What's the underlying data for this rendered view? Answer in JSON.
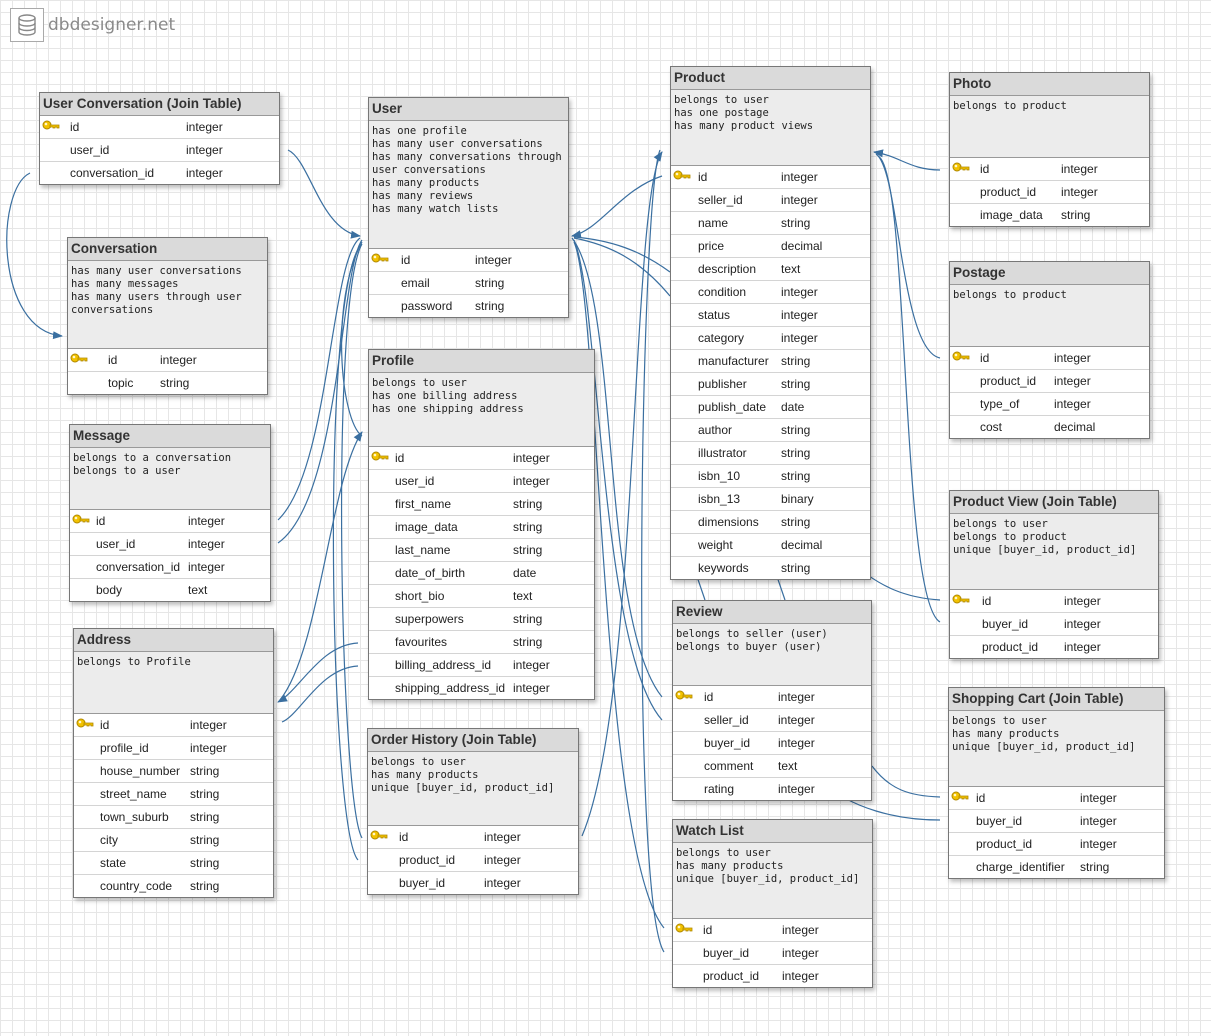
{
  "app": {
    "brand": "dbdesigner.net",
    "brand_icon": "database-icon"
  },
  "colors": {
    "link": "#3a6fa0",
    "header_bg": "#dadada",
    "note_bg": "#ececec",
    "key": "#e0a800"
  },
  "tables": [
    {
      "title": "User Conversation (Join Table)",
      "notes": [],
      "fields": [
        {
          "name": "id",
          "type": "integer",
          "pk": true
        },
        {
          "name": "user_id",
          "type": "integer"
        },
        {
          "name": "conversation_id",
          "type": "integer"
        }
      ]
    },
    {
      "title": "Conversation",
      "notes": [
        "has many user conversations",
        "has many messages",
        "has many users through user",
        "conversations"
      ],
      "fields": [
        {
          "name": "id",
          "type": "integer",
          "pk": true
        },
        {
          "name": "topic",
          "type": "string"
        }
      ]
    },
    {
      "title": "Message",
      "notes": [
        "belongs to a conversation",
        "belongs to a user"
      ],
      "fields": [
        {
          "name": "id",
          "type": "integer",
          "pk": true
        },
        {
          "name": "user_id",
          "type": "integer"
        },
        {
          "name": "conversation_id",
          "type": "integer"
        },
        {
          "name": "body",
          "type": "text"
        }
      ]
    },
    {
      "title": "Address",
      "notes": [
        "belongs to Profile"
      ],
      "fields": [
        {
          "name": "id",
          "type": "integer",
          "pk": true
        },
        {
          "name": "profile_id",
          "type": "integer"
        },
        {
          "name": "house_number",
          "type": "string"
        },
        {
          "name": "street_name",
          "type": "string"
        },
        {
          "name": "town_suburb",
          "type": "string"
        },
        {
          "name": "city",
          "type": "string"
        },
        {
          "name": "state",
          "type": "string"
        },
        {
          "name": "country_code",
          "type": "string"
        }
      ]
    },
    {
      "title": "User",
      "notes": [
        "has one profile",
        "has many user conversations",
        "has many conversations through",
        "user conversations",
        "has many products",
        "has many reviews",
        "has many watch lists"
      ],
      "fields": [
        {
          "name": "id",
          "type": "integer",
          "pk": true
        },
        {
          "name": "email",
          "type": "string"
        },
        {
          "name": "password",
          "type": "string"
        }
      ]
    },
    {
      "title": "Profile",
      "notes": [
        "belongs to user",
        "has one billing address",
        "has one shipping address"
      ],
      "fields": [
        {
          "name": "id",
          "type": "integer",
          "pk": true
        },
        {
          "name": "user_id",
          "type": "integer"
        },
        {
          "name": "first_name",
          "type": "string"
        },
        {
          "name": "image_data",
          "type": "string"
        },
        {
          "name": "last_name",
          "type": "string"
        },
        {
          "name": "date_of_birth",
          "type": "date"
        },
        {
          "name": "short_bio",
          "type": "text"
        },
        {
          "name": "superpowers",
          "type": "string"
        },
        {
          "name": "favourites",
          "type": "string"
        },
        {
          "name": "billing_address_id",
          "type": "integer"
        },
        {
          "name": "shipping_address_id",
          "type": "integer"
        }
      ]
    },
    {
      "title": "Order History (Join Table)",
      "notes": [
        "belongs to user",
        "has many products",
        "unique [buyer_id, product_id]"
      ],
      "fields": [
        {
          "name": "id",
          "type": "integer",
          "pk": true
        },
        {
          "name": "product_id",
          "type": "integer"
        },
        {
          "name": "buyer_id",
          "type": "integer"
        }
      ]
    },
    {
      "title": "Product",
      "notes": [
        "belongs to user",
        "has one postage",
        "has many product views"
      ],
      "fields": [
        {
          "name": "id",
          "type": "integer",
          "pk": true
        },
        {
          "name": "seller_id",
          "type": "integer"
        },
        {
          "name": "name",
          "type": "string"
        },
        {
          "name": "price",
          "type": "decimal"
        },
        {
          "name": "description",
          "type": "text"
        },
        {
          "name": "condition",
          "type": "integer"
        },
        {
          "name": "status",
          "type": "integer"
        },
        {
          "name": "category",
          "type": "integer"
        },
        {
          "name": "manufacturer",
          "type": "string"
        },
        {
          "name": "publisher",
          "type": "string"
        },
        {
          "name": "publish_date",
          "type": "date"
        },
        {
          "name": "author",
          "type": "string"
        },
        {
          "name": "illustrator",
          "type": "string"
        },
        {
          "name": "isbn_10",
          "type": "string"
        },
        {
          "name": "isbn_13",
          "type": "binary"
        },
        {
          "name": "dimensions",
          "type": "string"
        },
        {
          "name": "weight",
          "type": "decimal"
        },
        {
          "name": "keywords",
          "type": "string"
        }
      ]
    },
    {
      "title": "Review",
      "notes": [
        "belongs to seller (user)",
        "belongs to buyer (user)"
      ],
      "fields": [
        {
          "name": "id",
          "type": "integer",
          "pk": true
        },
        {
          "name": "seller_id",
          "type": "integer"
        },
        {
          "name": "buyer_id",
          "type": "integer"
        },
        {
          "name": "comment",
          "type": "text"
        },
        {
          "name": "rating",
          "type": "integer"
        }
      ]
    },
    {
      "title": "Watch List",
      "notes": [
        "belongs to user",
        "has many products",
        "unique [buyer_id, product_id]"
      ],
      "fields": [
        {
          "name": "id",
          "type": "integer",
          "pk": true
        },
        {
          "name": "buyer_id",
          "type": "integer"
        },
        {
          "name": "product_id",
          "type": "integer"
        }
      ]
    },
    {
      "title": "Photo",
      "notes": [
        "belongs to product"
      ],
      "fields": [
        {
          "name": "id",
          "type": "integer",
          "pk": true
        },
        {
          "name": "product_id",
          "type": "integer"
        },
        {
          "name": "image_data",
          "type": "string"
        }
      ]
    },
    {
      "title": "Postage",
      "notes": [
        "belongs to product"
      ],
      "fields": [
        {
          "name": "id",
          "type": "integer",
          "pk": true
        },
        {
          "name": "product_id",
          "type": "integer"
        },
        {
          "name": "type_of",
          "type": "integer"
        },
        {
          "name": "cost",
          "type": "decimal"
        }
      ]
    },
    {
      "title": "Product View (Join Table)",
      "notes": [
        "belongs to user",
        "belongs to product",
        "unique [buyer_id, product_id]"
      ],
      "fields": [
        {
          "name": "id",
          "type": "integer",
          "pk": true
        },
        {
          "name": "buyer_id",
          "type": "integer"
        },
        {
          "name": "product_id",
          "type": "integer"
        }
      ]
    },
    {
      "title": "Shopping Cart (Join Table)",
      "notes": [
        "belongs to user",
        "has many products",
        "unique [buyer_id, product_id]"
      ],
      "fields": [
        {
          "name": "id",
          "type": "integer",
          "pk": true
        },
        {
          "name": "buyer_id",
          "type": "integer"
        },
        {
          "name": "product_id",
          "type": "integer"
        },
        {
          "name": "charge_identifier",
          "type": "string"
        }
      ]
    }
  ]
}
